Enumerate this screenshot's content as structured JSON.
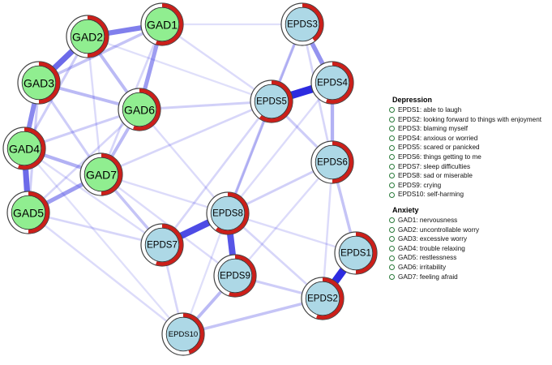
{
  "colors": {
    "depression_fill": "#add8e6",
    "anxiety_fill": "#90ee90",
    "pie_red": "#cc1f1a",
    "edge_blue": "#2d2be0"
  },
  "nodes": [
    {
      "id": "GAD1",
      "label": "GAD1",
      "group": "anxiety",
      "pie": 0.55
    },
    {
      "id": "GAD2",
      "label": "GAD2",
      "group": "anxiety",
      "pie": 0.5
    },
    {
      "id": "GAD3",
      "label": "GAD3",
      "group": "anxiety",
      "pie": 0.5
    },
    {
      "id": "GAD4",
      "label": "GAD4",
      "group": "anxiety",
      "pie": 0.55
    },
    {
      "id": "GAD5",
      "label": "GAD5",
      "group": "anxiety",
      "pie": 0.5
    },
    {
      "id": "GAD6",
      "label": "GAD6",
      "group": "anxiety",
      "pie": 0.55
    },
    {
      "id": "GAD7",
      "label": "GAD7",
      "group": "anxiety",
      "pie": 0.5
    },
    {
      "id": "EPDS1",
      "label": "EPDS1",
      "group": "depression",
      "pie": 0.5
    },
    {
      "id": "EPDS2",
      "label": "EPDS2",
      "group": "depression",
      "pie": 0.55
    },
    {
      "id": "EPDS3",
      "label": "EPDS3",
      "group": "depression",
      "pie": 0.4
    },
    {
      "id": "EPDS4",
      "label": "EPDS4",
      "group": "depression",
      "pie": 0.55
    },
    {
      "id": "EPDS5",
      "label": "EPDS5",
      "group": "depression",
      "pie": 0.6
    },
    {
      "id": "EPDS6",
      "label": "EPDS6",
      "group": "depression",
      "pie": 0.5
    },
    {
      "id": "EPDS7",
      "label": "EPDS7",
      "group": "depression",
      "pie": 0.55
    },
    {
      "id": "EPDS8",
      "label": "EPDS8",
      "group": "depression",
      "pie": 0.6
    },
    {
      "id": "EPDS9",
      "label": "EPDS9",
      "group": "depression",
      "pie": 0.55
    },
    {
      "id": "EPDS10",
      "label": "EPDS10",
      "group": "depression",
      "pie": 0.45
    }
  ],
  "edges": [
    {
      "a": "EPDS1",
      "b": "EPDS2",
      "w": 1.0
    },
    {
      "a": "EPDS4",
      "b": "EPDS5",
      "w": 1.0
    },
    {
      "a": "EPDS8",
      "b": "EPDS7",
      "w": 0.85
    },
    {
      "a": "EPDS8",
      "b": "EPDS9",
      "w": 0.8
    },
    {
      "a": "GAD2",
      "b": "GAD3",
      "w": 0.7
    },
    {
      "a": "GAD1",
      "b": "GAD2",
      "w": 0.6
    },
    {
      "a": "GAD4",
      "b": "GAD5",
      "w": 0.7
    },
    {
      "a": "GAD3",
      "b": "GAD4",
      "w": 0.55
    },
    {
      "a": "EPDS3",
      "b": "EPDS4",
      "w": 0.5
    },
    {
      "a": "GAD1",
      "b": "GAD6",
      "w": 0.45
    },
    {
      "a": "GAD5",
      "b": "GAD7",
      "w": 0.45
    },
    {
      "a": "EPDS4",
      "b": "EPDS6",
      "w": 0.35
    },
    {
      "a": "GAD4",
      "b": "GAD7",
      "w": 0.35
    },
    {
      "a": "GAD6",
      "b": "GAD7",
      "w": 0.3
    },
    {
      "a": "GAD3",
      "b": "GAD6",
      "w": 0.3
    },
    {
      "a": "GAD2",
      "b": "GAD6",
      "w": 0.3
    },
    {
      "a": "EPDS9",
      "b": "EPDS10",
      "w": 0.3
    },
    {
      "a": "EPDS2",
      "b": "EPDS10",
      "w": 0.25
    },
    {
      "a": "EPDS5",
      "b": "EPDS3",
      "w": 0.25
    },
    {
      "a": "EPDS5",
      "b": "EPDS8",
      "w": 0.25
    },
    {
      "a": "EPDS6",
      "b": "EPDS1",
      "w": 0.25
    },
    {
      "a": "GAD7",
      "b": "EPDS7",
      "w": 0.25
    },
    {
      "a": "GAD1",
      "b": "GAD3",
      "w": 0.25
    },
    {
      "a": "GAD4",
      "b": "GAD6",
      "w": 0.2
    },
    {
      "a": "GAD3",
      "b": "GAD5",
      "w": 0.2
    },
    {
      "a": "GAD2",
      "b": "GAD4",
      "w": 0.2
    },
    {
      "a": "GAD3",
      "b": "GAD7",
      "w": 0.2
    },
    {
      "a": "GAD6",
      "b": "EPDS5",
      "w": 0.18
    },
    {
      "a": "GAD7",
      "b": "EPDS5",
      "w": 0.15
    },
    {
      "a": "EPDS5",
      "b": "EPDS6",
      "w": 0.2
    },
    {
      "a": "EPDS6",
      "b": "EPDS8",
      "w": 0.18
    },
    {
      "a": "EPDS9",
      "b": "EPDS2",
      "w": 0.2
    },
    {
      "a": "EPDS7",
      "b": "EPDS10",
      "w": 0.15
    },
    {
      "a": "GAD5",
      "b": "EPDS7",
      "w": 0.15
    },
    {
      "a": "GAD4",
      "b": "EPDS7",
      "w": 0.12
    },
    {
      "a": "GAD5",
      "b": "EPDS10",
      "w": 0.12
    },
    {
      "a": "GAD1",
      "b": "EPDS5",
      "w": 0.12
    },
    {
      "a": "GAD1",
      "b": "EPDS3",
      "w": 0.1
    },
    {
      "a": "GAD2",
      "b": "EPDS5",
      "w": 0.1
    },
    {
      "a": "EPDS3",
      "b": "EPDS6",
      "w": 0.15
    },
    {
      "a": "EPDS4",
      "b": "EPDS8",
      "w": 0.12
    },
    {
      "a": "EPDS5",
      "b": "EPDS7",
      "w": 0.15
    },
    {
      "a": "EPDS6",
      "b": "EPDS9",
      "w": 0.12
    },
    {
      "a": "EPDS8",
      "b": "EPDS2",
      "w": 0.15
    },
    {
      "a": "EPDS8",
      "b": "EPDS1",
      "w": 0.12
    },
    {
      "a": "GAD6",
      "b": "EPDS8",
      "w": 0.12
    },
    {
      "a": "GAD7",
      "b": "EPDS9",
      "w": 0.12
    },
    {
      "a": "GAD7",
      "b": "EPDS8",
      "w": 0.12
    },
    {
      "a": "GAD6",
      "b": "GAD5",
      "w": 0.15
    },
    {
      "a": "GAD1",
      "b": "GAD7",
      "w": 0.15
    },
    {
      "a": "GAD2",
      "b": "GAD7",
      "w": 0.12
    },
    {
      "a": "EPDS3",
      "b": "EPDS8",
      "w": 0.1
    },
    {
      "a": "EPDS10",
      "b": "EPDS8",
      "w": 0.1
    },
    {
      "a": "GAD4",
      "b": "EPDS10",
      "w": 0.1
    },
    {
      "a": "EPDS6",
      "b": "EPDS2",
      "w": 0.12
    }
  ],
  "legend": {
    "groups": [
      {
        "title": "Depression",
        "items": [
          "EPDS1: able to laugh",
          "EPDS2: looking forward to things with enjoyment",
          "EPDS3:  blaming myself",
          "EPDS4: anxious or worried",
          "EPDS5: scared or panicked",
          "EPDS6: things getting to me",
          "EPDS7: sleep difficulties",
          "EPDS8: sad or miserable",
          "EPDS9: crying",
          "EPDS10: self-harming"
        ]
      },
      {
        "title": "Anxiety",
        "items": [
          "GAD1: nervousness",
          "GAD2: uncontrollable worry",
          "GAD3: excessive worry",
          "GAD4: trouble relaxing",
          "GAD5: restlessness",
          "GAD6: irritability",
          "GAD7: feeling afraid"
        ]
      }
    ]
  }
}
